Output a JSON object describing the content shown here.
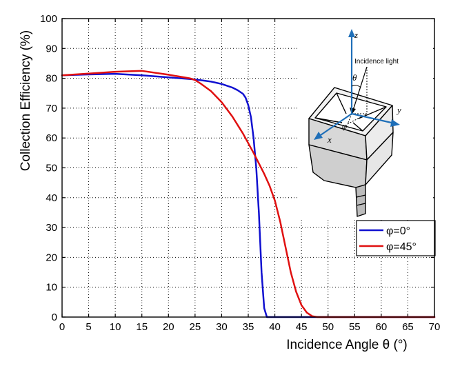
{
  "chart_data": {
    "type": "line",
    "xlabel": "Incidence Angle θ (°)",
    "ylabel": "Collection Efficiency (%)",
    "xlim": [
      0,
      70
    ],
    "ylim": [
      0,
      100
    ],
    "xticks": [
      0,
      5,
      10,
      15,
      20,
      25,
      30,
      35,
      40,
      45,
      50,
      55,
      60,
      65,
      70
    ],
    "yticks": [
      0,
      10,
      20,
      30,
      40,
      50,
      60,
      70,
      80,
      90,
      100
    ],
    "grid": true,
    "legend_position": "bottom-right",
    "series": [
      {
        "name": "φ=0°",
        "color": "#1010d0",
        "x": [
          0,
          5,
          10,
          15,
          20,
          25,
          28,
          30,
          32,
          33,
          34,
          34.5,
          35,
          35.5,
          36,
          36.5,
          37,
          37.5,
          38,
          38.5,
          70
        ],
        "y": [
          81,
          81.3,
          81.5,
          81,
          80.3,
          79.6,
          78.9,
          78.1,
          76.9,
          76,
          74.8,
          73.5,
          71,
          67,
          60,
          50,
          35,
          15,
          3,
          0,
          0
        ]
      },
      {
        "name": "φ=45°",
        "color": "#e01010",
        "x": [
          0,
          5,
          10,
          15,
          20,
          22,
          24,
          25,
          26,
          28,
          30,
          32,
          34,
          36,
          38,
          39,
          40,
          41,
          42,
          43,
          44,
          45,
          46,
          47,
          48,
          70
        ],
        "y": [
          81,
          81.6,
          82.2,
          82.5,
          81.2,
          80.6,
          80,
          79.4,
          78.3,
          75.7,
          72,
          67.2,
          61.5,
          55,
          48,
          44,
          39,
          32,
          23.5,
          15,
          8.5,
          4,
          1.5,
          0.3,
          0,
          0
        ]
      }
    ],
    "inset": {
      "labels": {
        "z": "z",
        "y": "y",
        "x": "x",
        "theta": "θ",
        "phi": "φ",
        "light": "Incidence light"
      }
    }
  }
}
